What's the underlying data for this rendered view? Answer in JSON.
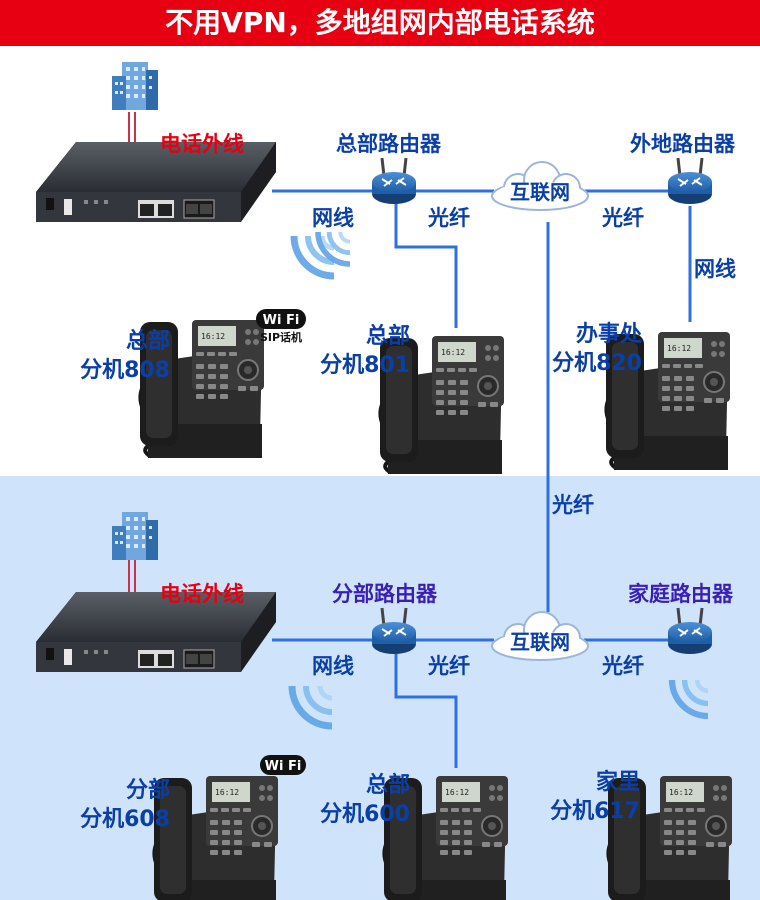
{
  "title": "不用VPN，多地组网内部电话系统",
  "top": {
    "pstn_label": "电话外线",
    "hq_router": "总部路由器",
    "remote_router": "外地路由器",
    "cable_label": "网线",
    "fiber_left": "光纤",
    "fiber_right": "光纤",
    "internet": "互联网",
    "remote_cable": "网线",
    "ext808": {
      "line1": "总部",
      "line2": "分机808"
    },
    "ext801": {
      "line1": "总部",
      "line2": "分机801"
    },
    "ext820": {
      "line1": "办事处",
      "line2": "分机820"
    },
    "wifi_badge": "Wi Fi",
    "sip_label": "SIP话机"
  },
  "link_fiber": "光纤",
  "bottom": {
    "pstn_label": "电话外线",
    "branch_router": "分部路由器",
    "home_router": "家庭路由器",
    "cable_label": "网线",
    "fiber_left": "光纤",
    "fiber_right": "光纤",
    "internet": "互联网",
    "ext608": {
      "line1": "分部",
      "line2": "分机608"
    },
    "ext600": {
      "line1": "总部",
      "line2": "分机600"
    },
    "ext617": {
      "line1": "家里",
      "line2": "分机617"
    },
    "wifi_badge": "Wi Fi"
  },
  "colors": {
    "title_bg": "#e60012",
    "line_blue": "#2f6fe0",
    "bottom_bg": "#cfe4fb",
    "router_blue": "#1f5fa8"
  }
}
